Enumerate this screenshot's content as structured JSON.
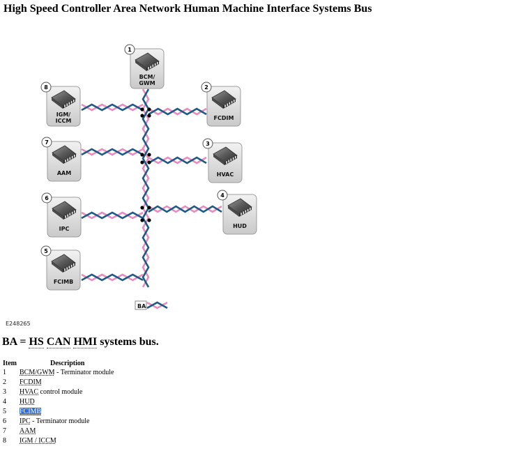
{
  "title": "High Speed Controller Area Network Human Machine Interface Systems Bus",
  "figure_id": "E248265",
  "bus_label": "BA",
  "legend": {
    "prefix": "BA = ",
    "abbr1": "HS",
    "abbr2": "CAN",
    "abbr3": "HMI",
    "suffix": "systems bus."
  },
  "modules": [
    {
      "num": "1",
      "line1": "BCM/",
      "line2": "GWM"
    },
    {
      "num": "2",
      "line1": "FCDIM",
      "line2": ""
    },
    {
      "num": "3",
      "line1": "HVAC",
      "line2": ""
    },
    {
      "num": "4",
      "line1": "HUD",
      "line2": ""
    },
    {
      "num": "5",
      "line1": "FCIMB",
      "line2": ""
    },
    {
      "num": "6",
      "line1": "IPC",
      "line2": ""
    },
    {
      "num": "7",
      "line1": "AAM",
      "line2": ""
    },
    {
      "num": "8",
      "line1": "IGM/",
      "line2": "ICCM"
    }
  ],
  "table": {
    "header_item": "Item",
    "header_desc": "Description",
    "rows": [
      {
        "item": "1",
        "abbr": "BCM/GWM",
        "rest": " - Terminator module",
        "highlight": false
      },
      {
        "item": "2",
        "abbr": "FCDIM",
        "rest": "",
        "highlight": false
      },
      {
        "item": "3",
        "abbr": "HVAC",
        "rest": " control module",
        "highlight": false
      },
      {
        "item": "4",
        "abbr": "HUD",
        "rest": "",
        "highlight": false
      },
      {
        "item": "5",
        "abbr": "FCIMB",
        "rest": "",
        "highlight": true
      },
      {
        "item": "6",
        "abbr": "IPC",
        "rest": " - Terminator module",
        "highlight": false
      },
      {
        "item": "7",
        "abbr": "AAM",
        "rest": "",
        "highlight": false
      },
      {
        "item": "8",
        "abbr": "IGM / ICCM",
        "rest": "",
        "highlight": false
      }
    ]
  },
  "colors": {
    "wire_pink": "#e98bbd",
    "wire_blue": "#1d5a86",
    "module_fill": "#d9d9d9",
    "highlight": "#2f6bd6"
  }
}
